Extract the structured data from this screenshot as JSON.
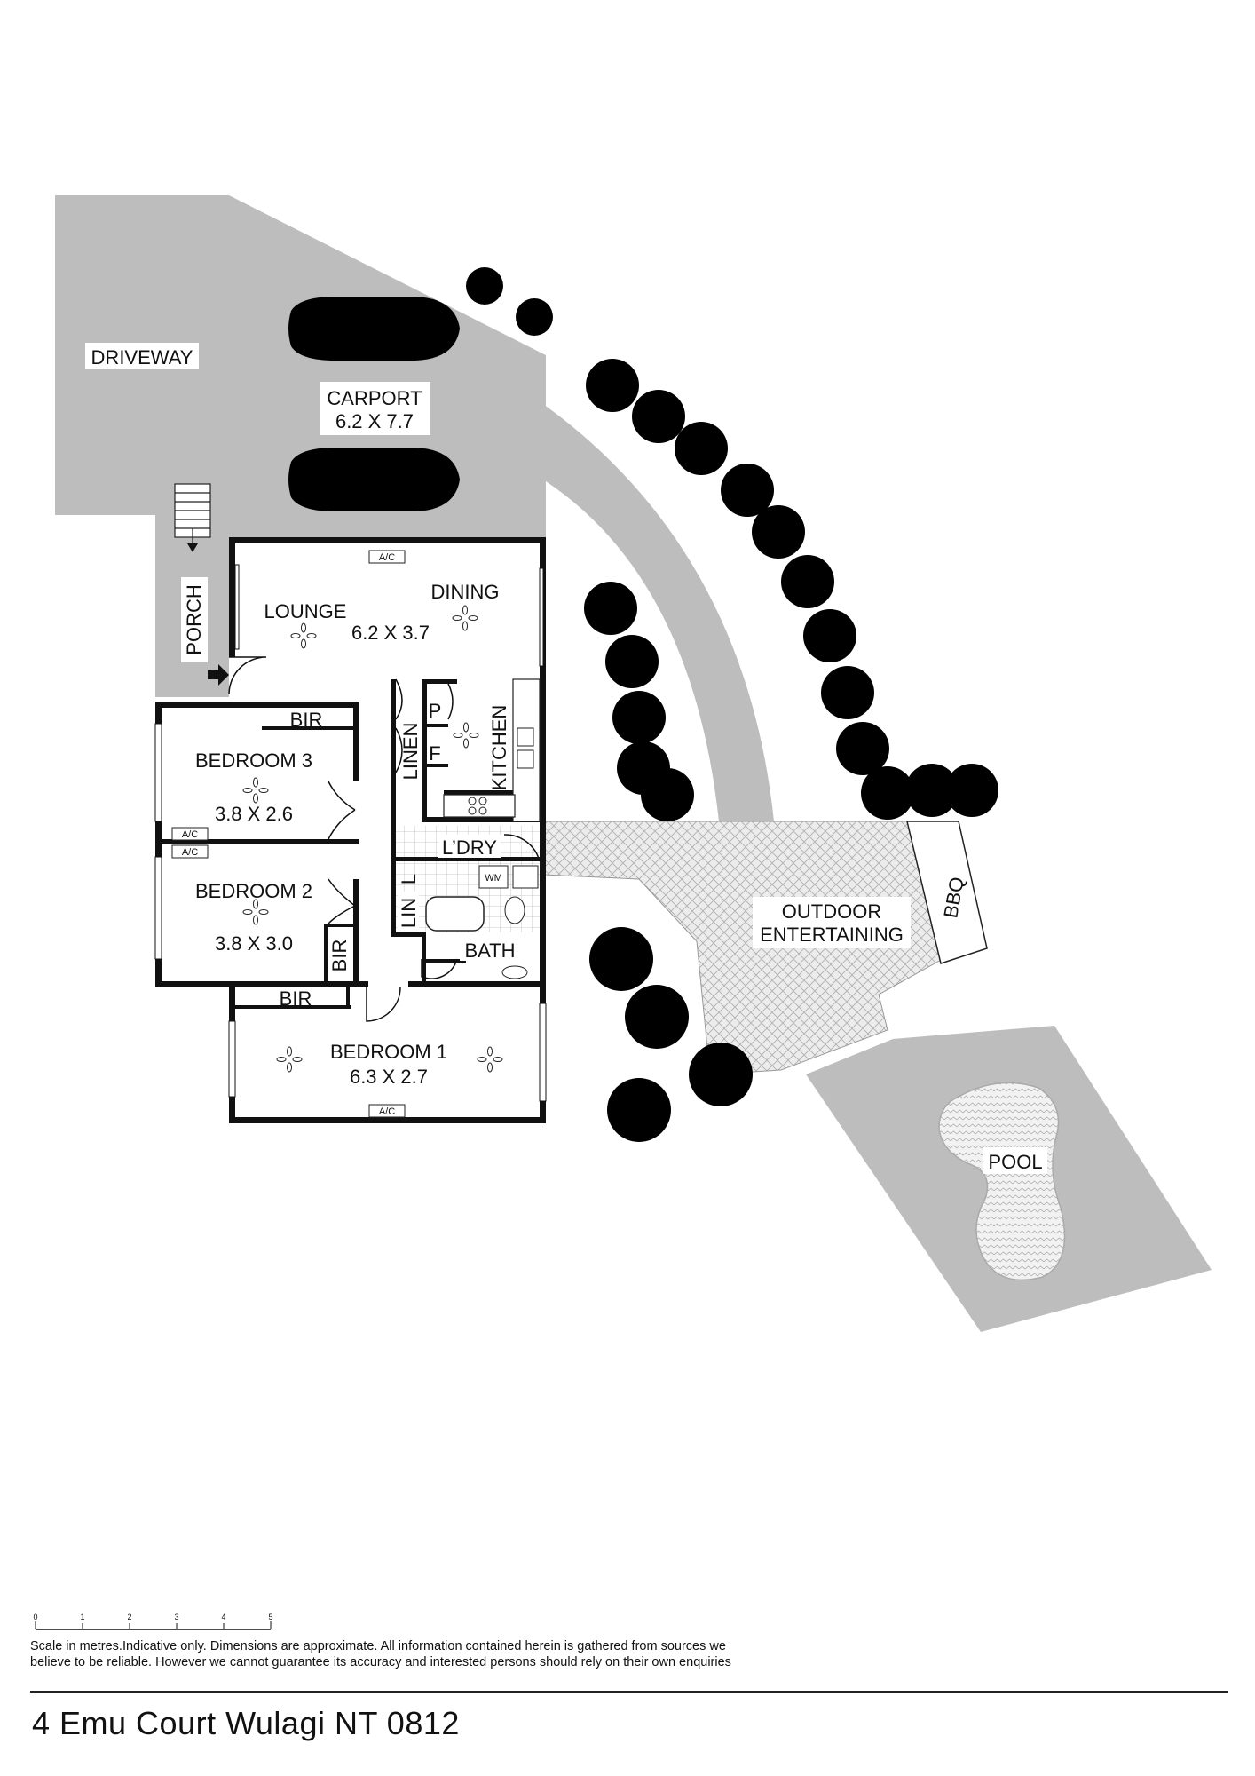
{
  "address": "4 Emu Court Wulagi NT 0812",
  "disclaimer": {
    "line1": "Scale in metres.Indicative only. Dimensions are approximate. All information contained herein is gathered from sources we",
    "line2": "believe to be reliable. However we cannot guarantee its accuracy and interested persons should rely on their own enquiries"
  },
  "scale_ticks": [
    "0",
    "1",
    "2",
    "3",
    "4",
    "5"
  ],
  "rooms": {
    "driveway": "DRIVEWAY",
    "carport": "CARPORT",
    "carport_dim": "6.2 X 7.7",
    "porch": "PORCH",
    "lounge": "LOUNGE",
    "dining": "DINING",
    "lounge_dim": "6.2 X 3.7",
    "kitchen": "KITCHEN",
    "linen": "LINEN",
    "pantry": "P",
    "fridge": "F",
    "bedroom3": "BEDROOM 3",
    "bedroom3_dim": "3.8 X 2.6",
    "bir_b3": "BIR",
    "bedroom2": "BEDROOM 2",
    "bedroom2_dim": "3.8 X 3.0",
    "bir_b2": "BIR",
    "bedroom1": "BEDROOM 1",
    "bedroom1_dim": "6.3 X 2.7",
    "bir_b1": "BIR",
    "laundry": "L’DRY",
    "wm": "WM",
    "lin": "LIN",
    "l": "L",
    "bath": "BATH",
    "outdoor1": "OUTDOOR",
    "outdoor2": "ENTERTAINING",
    "bbq": "BBQ",
    "pool": "POOL",
    "ac": "A/C"
  },
  "colors": {
    "ground": "#bdbdbd",
    "wall": "#111111"
  }
}
